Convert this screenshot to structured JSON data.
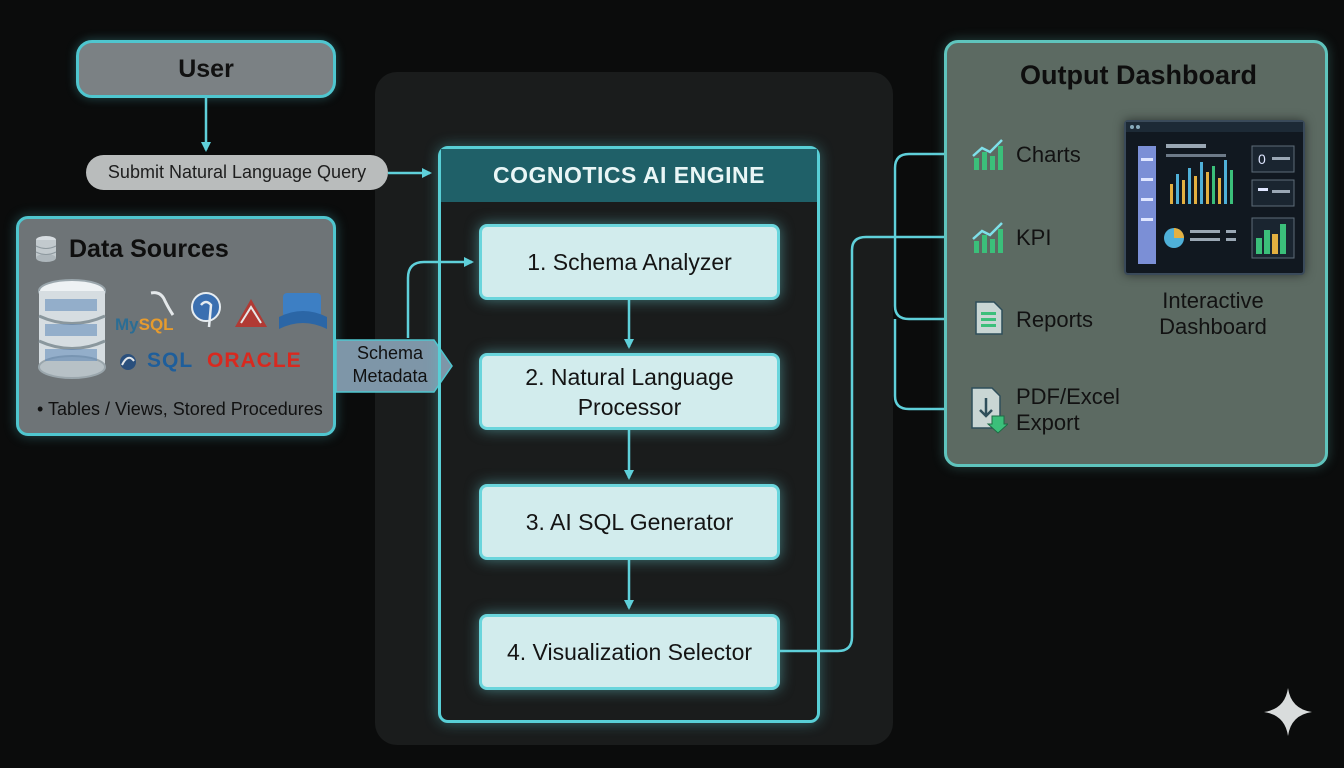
{
  "user": {
    "label": "User"
  },
  "query": {
    "label": "Submit Natural Language Query"
  },
  "data_sources": {
    "title": "Data Sources",
    "logos": {
      "mysql_a": "My",
      "mysql_b": "SQL",
      "sql": "SQL",
      "oracle": "ORACLE"
    },
    "bullet": "Tables / Views, Stored Procedures"
  },
  "schema": {
    "line1": "Schema",
    "line2": "Metadata"
  },
  "engine": {
    "title": "COGNOTICS AI ENGINE",
    "steps": [
      {
        "line1": "1. Schema Analyzer",
        "line2": ""
      },
      {
        "line1": "2. Natural Language",
        "line2": "Processor"
      },
      {
        "line1": "3. AI SQL Generator",
        "line2": ""
      },
      {
        "line1": "4. Visualization Selector",
        "line2": ""
      }
    ]
  },
  "output": {
    "title": "Output Dashboard",
    "items": [
      {
        "line1": "Charts",
        "line2": "",
        "icon": "chart-icon"
      },
      {
        "line1": "KPI",
        "line2": "",
        "icon": "chart-icon"
      },
      {
        "line1": "Reports",
        "line2": "",
        "icon": "document-icon"
      },
      {
        "line1": "PDF/Excel",
        "line2": "Export",
        "icon": "download-document-icon"
      }
    ],
    "interactive": {
      "line1": "Interactive",
      "line2": "Dashboard"
    }
  },
  "colors": {
    "wire": "#5fd0da",
    "step_fill": "#d2eced",
    "engine_header": "#1f6068",
    "output_panel": "#5c6a62"
  }
}
